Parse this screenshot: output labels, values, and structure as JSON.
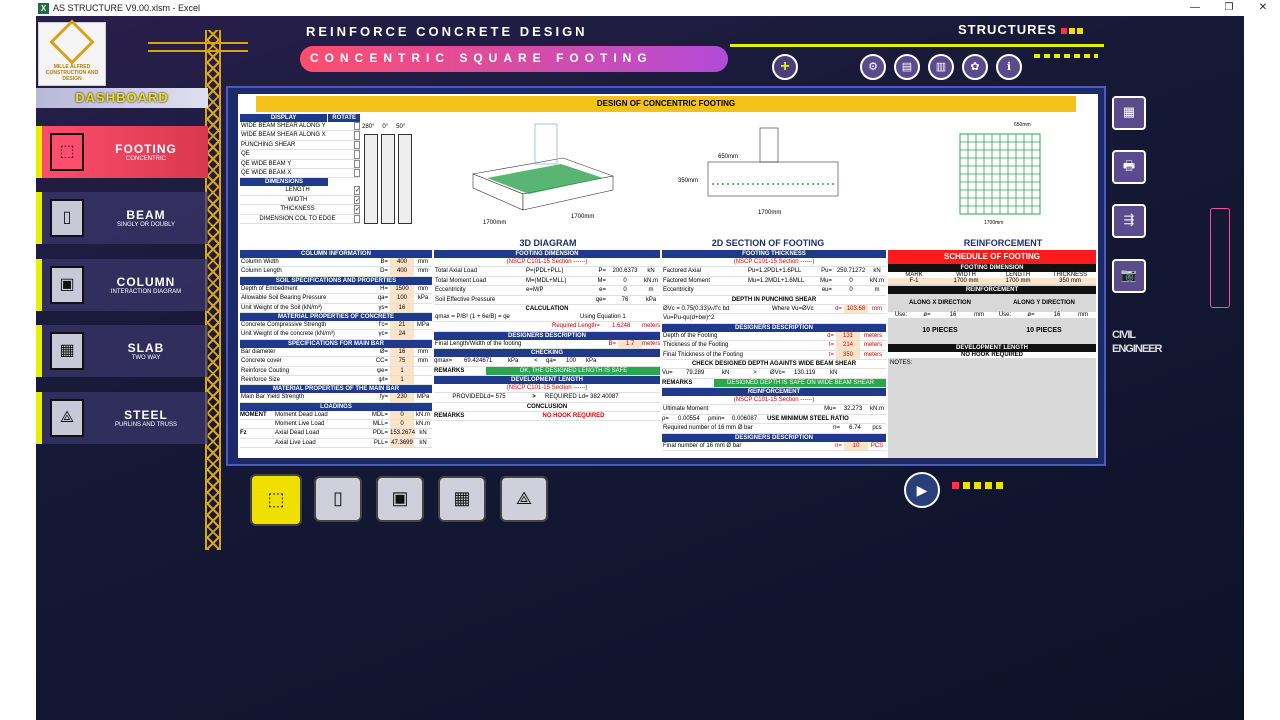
{
  "window": {
    "title": "AS STRUCTURE V9.00.xlsm - Excel",
    "min": "—",
    "max": "❐",
    "close": "✕"
  },
  "logo": {
    "name": "MILLE ALFRED",
    "sub": "CONSTRUCTION AND DESIGN"
  },
  "header": {
    "title": "REINFORCE CONCRETE DESIGN",
    "subtitle": "CONCENTRIC SQUARE FOOTING",
    "brand": "STRUCTURES",
    "plus": "+"
  },
  "dashboard": "DASHBOARD",
  "menu": [
    {
      "label": "FOOTING",
      "sub": "CONCENTRIC"
    },
    {
      "label": "BEAM",
      "sub": "SINGLY OR DOUBLY"
    },
    {
      "label": "COLUMN",
      "sub": "INTERACTION DIAGRAM"
    },
    {
      "label": "SLAB",
      "sub": "TWO WAY"
    },
    {
      "label": "STEEL",
      "sub": "PURLINS AND TRUSS"
    }
  ],
  "sheet": {
    "title": "DESIGN OF CONCENTRIC FOOTING",
    "display": {
      "head": "DISPLAY",
      "rotate": "ROTATE",
      "angles": [
        "280°",
        "0°",
        "50°"
      ],
      "items": [
        "WIDE BEAM SHEAR ALONG Y",
        "WIDE BEAM SHEAR ALONG X",
        "PUNCHING SHEAR",
        "QE",
        "QE WIDE BEAM Y",
        "QE WIDE BEAM X"
      ],
      "dimhead": "DIMENSIONS",
      "dims": [
        "LENGTH",
        "WIDTH",
        "THICKNESS",
        "DIMENSION COL TO EDGE"
      ]
    },
    "captions": {
      "d3": "3D DIAGRAM",
      "d2": "2D SECTION OF FOOTING",
      "reinf": "REINFORCEMENT",
      "dimA": "1700mm",
      "dimB": "1700mm",
      "dim350": "350mm",
      "dim650": "650mm"
    },
    "col": {
      "head": "COLUMN INFORMATION",
      "rows": [
        [
          "Column Width",
          "B=",
          "400",
          "mm"
        ],
        [
          "Column Length",
          "D=",
          "400",
          "mm"
        ]
      ]
    },
    "soil": {
      "head": "SOIL SPECIFICATIONS AND PROPERTIES",
      "rows": [
        [
          "Depth of Embedment",
          "H=",
          "1500",
          "mm"
        ],
        [
          "Allowable Soil Bearing Pressure",
          "qa=",
          "100",
          "kPa"
        ],
        [
          "Unit Weight of the Soil  (kN/m³)",
          "γs=",
          "16",
          ""
        ],
        [
          "",
          "",
          " ",
          ""
        ]
      ]
    },
    "mat": {
      "head": "MATERIAL PROPERTIES OF CONCRETE",
      "rows": [
        [
          "Concrete Compressive Strength",
          "f'c=",
          "21",
          "MPa"
        ],
        [
          "Unit Weight of the concrete  (kN/m³)",
          "γc=",
          "24",
          ""
        ]
      ]
    },
    "spec": {
      "head": "SPECIFICATIONS FOR MAIN BAR",
      "rows": [
        [
          "Bar diameter",
          "Ø=",
          "16",
          "mm"
        ],
        [
          "Concrete cover",
          "CC=",
          "75",
          "mm"
        ],
        [
          "Reinforce Couting",
          "ψe=",
          "1",
          ""
        ],
        [
          "Reinforce Size",
          "ψt=",
          "1",
          ""
        ]
      ]
    },
    "matbar": {
      "head": "MATERIAL PROPERTIES OF THE MAIN BAR",
      "rows": [
        [
          "Main Bar Yield Strength",
          "fy=",
          "230",
          "MPa"
        ]
      ]
    },
    "loads": {
      "head": "LOADINGS",
      "moment": "MOMENT",
      "fz": "Fz",
      "rows": [
        [
          "Moment Dead Load",
          "MDL=",
          "0",
          "kN.m"
        ],
        [
          "Moment Live Load",
          "MLL=",
          "0",
          "kN.m"
        ],
        [
          "Axial Dead Load",
          "PDL=",
          "153.2674",
          "kN"
        ],
        [
          "Axial Live Load",
          "PLL=",
          "47.3699",
          "kN"
        ]
      ]
    },
    "fdim": {
      "head": "FOOTING DIMENSION",
      "code": "(NSCP C101-15 Section ------)",
      "rows": [
        [
          "Total Axial Load",
          "P=(PDL+PLL)",
          "P=",
          "200.6373",
          "kN"
        ],
        [
          "Total Moment Load",
          "M=(MDL+MLL)",
          "M=",
          "0",
          "kN.m"
        ],
        [
          "Eccentricity",
          "e=M/P",
          "e=",
          "0",
          "m"
        ],
        [
          "Soil Effective Pressure",
          "",
          "qe=",
          "76",
          "kPa"
        ]
      ],
      "calc": "CALCULATION",
      "eq": "Using Equation 1",
      "formula": "qmax = P/B² (1 + 6e/B) = qe",
      "req": "Required Length=",
      "reqv": "1.6248",
      "requ": "meters",
      "dd": "DESIGNERS DESCRIPTION",
      "fl": "Final Length/Width of the footing",
      "flb": "B=",
      "flv": "1.7",
      "flu": "meters",
      "chk": "CHECKING",
      "qmax": "qmax=",
      "qmaxv": "69.424671",
      "kpa": "kPa",
      "lt": "<",
      "qa": "qa=",
      "qav": "100",
      "rem": "REMARKS",
      "ok": "OK, THE DESIGNED LENGTH IS SAFE",
      "dl": "DEVELOPMENT LENGTH",
      "dlcode": "(NSCP C101-15 Section ------)",
      "prov": "PROVIDEDLd= 575",
      "gt": ">",
      "reqld": "REQUIRED Ld= 382.40087",
      "concl": "CONCLUSION",
      "nohook": "NO HOOK REQUIRED"
    },
    "thick": {
      "head": "FOOTING THICKNESS",
      "code": "(NSCP C101-15 Section ------)",
      "rows": [
        [
          "Factored Axial",
          "Pu=1.2PDL+1.6PLL",
          "Pu=",
          "259.71272",
          "kN"
        ],
        [
          "Factored Moment",
          "Mu=1.2MDL+1.6MLL",
          "Mu=",
          "0",
          "kN.m"
        ],
        [
          "Eccentricity",
          "",
          "eu=",
          "0",
          "m"
        ]
      ],
      "punch": "DEPTH IN PUNCHING SHEAR",
      "pf": "ØVc = 0.75(0.33)λ√f'c bd",
      "pf2": "Vu=Pu-qu(d+bw)^2",
      "where": "Where Vu=ØVc",
      "d": "d=",
      "dv": "103.68",
      "du": "mm",
      "dd": "DESIGNERS DESCRIPTION",
      "drows": [
        [
          "Depth of the Footing",
          "d=",
          "131",
          "meters"
        ],
        [
          "Thickness of the Footing",
          "t=",
          "214",
          "meters"
        ],
        [
          "Final Thickness of the Footing",
          "t=",
          "350",
          "meters"
        ]
      ],
      "wide": "CHECK DESIGNED DEPTH AGAINTS WIDE BEAM SHEAR",
      "vu": "Vu=",
      "vuv": "79.289",
      "kn": "kN",
      "gt": ">",
      "ovc": "ØVc=",
      "ovcv": "130.119",
      "kn2": "kN",
      "rem": "REMARKS",
      "safe": "DESIGNED DEPTH IS SAFE ON WIDE BEAM SHEAR",
      "reinf": "REINFORCEMENT",
      "rcode": "(NSCP C101-15 Section ------)",
      "um": "Ultimate Moment",
      "mu": "Mu=",
      "muv": "32.273",
      "mun": "kN.m",
      "rho": "ρ=",
      "rhov": "0.00554",
      "rmin": "ρmin=",
      "rminv": "0.006087",
      "use": "USE MINIMUM STEEL RATIO",
      "reqn": "Required number of 16 mm Ø bar",
      "n": "n=",
      "nv": "6.74",
      "pcs": "pcs",
      "dd2": "DESIGNERS DESCRIPTION",
      "final": "Final number of 16 mm Ø bar",
      "fn": "n=",
      "fnv": "10",
      "fpcs": "PCS"
    },
    "sched": {
      "head": "SCHEDULE OF FOOTING",
      "fd": "FOOTING DIMENSION",
      "cols": [
        "MARK",
        "WIDTH",
        "LENGTH",
        "THICKNESS"
      ],
      "vals": [
        "F-1",
        "1700 mm",
        "1700 mm",
        "350 mm"
      ],
      "rh": "REINFORCEMENT",
      "ax": "ALONG X DIRECTION",
      "ay": "ALONG Y DIRECTION",
      "use": "Use:",
      "phi": "ø=",
      "dia": "16",
      "mm": "mm",
      "px": "10 PIECES",
      "py": "10 PIECES",
      "dl": "DEVELOPMENT LENGTH",
      "nh": "NO HOOK REQUIRED",
      "notes": "NOTES:"
    }
  },
  "rightbtns": [
    "▦",
    "🖶",
    "⇶",
    "📷"
  ],
  "bottombtns": [
    "FOOTING",
    "BEAM",
    "COLUMN",
    "SLAB",
    "STEEL"
  ],
  "civil": "CIVIL ENGINEER"
}
